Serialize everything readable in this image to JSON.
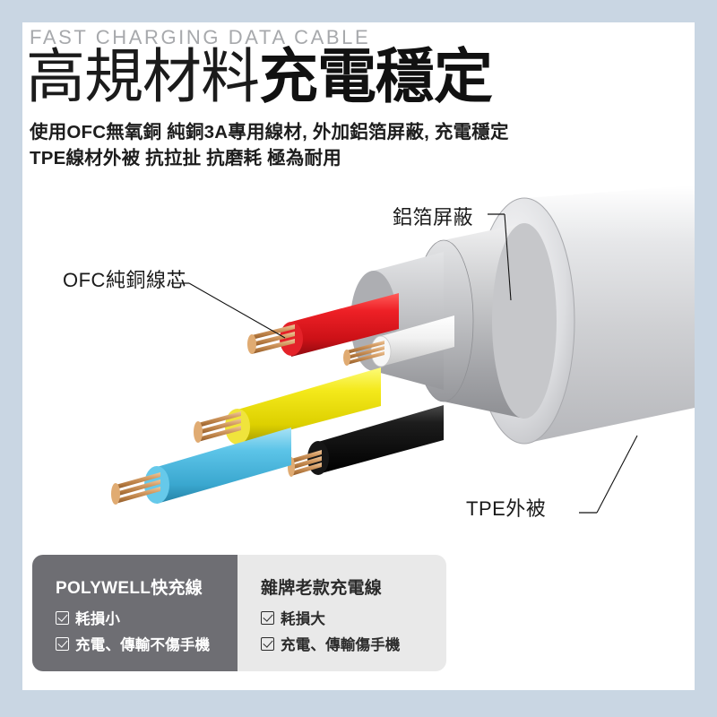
{
  "page": {
    "background_color": "#c9d6e3",
    "card_background": "#ffffff"
  },
  "header": {
    "eyebrow": "FAST CHARGING DATA CABLE",
    "headline_light": "高規材料",
    "headline_bold": "充電穩定",
    "subline_1": "使用OFC無氧銅 純銅3A專用線材, 外加鋁箔屏蔽, 充電穩定",
    "subline_2": "TPE線材外被 抗拉扯 抗磨耗 極為耐用"
  },
  "diagram": {
    "title": "cable-cutaway-illustration",
    "labels": {
      "foil_shield": "鋁箔屏蔽",
      "copper_core": "OFC純銅線芯",
      "tpe_jacket": "TPE外被"
    },
    "layers": [
      {
        "name": "tpe-outer-jacket",
        "color": "#d5d6d8"
      },
      {
        "name": "aluminum-foil-shield",
        "color": "#b9babd"
      },
      {
        "name": "inner-core-bundle",
        "color": "#9a9b9e"
      }
    ],
    "wires": [
      {
        "name": "red-wire",
        "color": "#e01b22"
      },
      {
        "name": "white-wire",
        "color": "#f2f2f2"
      },
      {
        "name": "yellow-wire",
        "color": "#f2e216"
      },
      {
        "name": "blue-wire",
        "color": "#5fc5e8"
      },
      {
        "name": "black-wire",
        "color": "#101010"
      }
    ],
    "conductor_color": "#cf9b63"
  },
  "comparison": {
    "left": {
      "title": "POLYWELL快充線",
      "background_color": "#6e6e73",
      "text_color": "#ffffff",
      "items": [
        "耗損小",
        "充電、傳輸不傷手機"
      ]
    },
    "right": {
      "title": "雜牌老款充電線",
      "background_color": "#e9e9e9",
      "text_color": "#2b2b2b",
      "items": [
        "耗損大",
        "充電、傳輸傷手機"
      ]
    }
  }
}
